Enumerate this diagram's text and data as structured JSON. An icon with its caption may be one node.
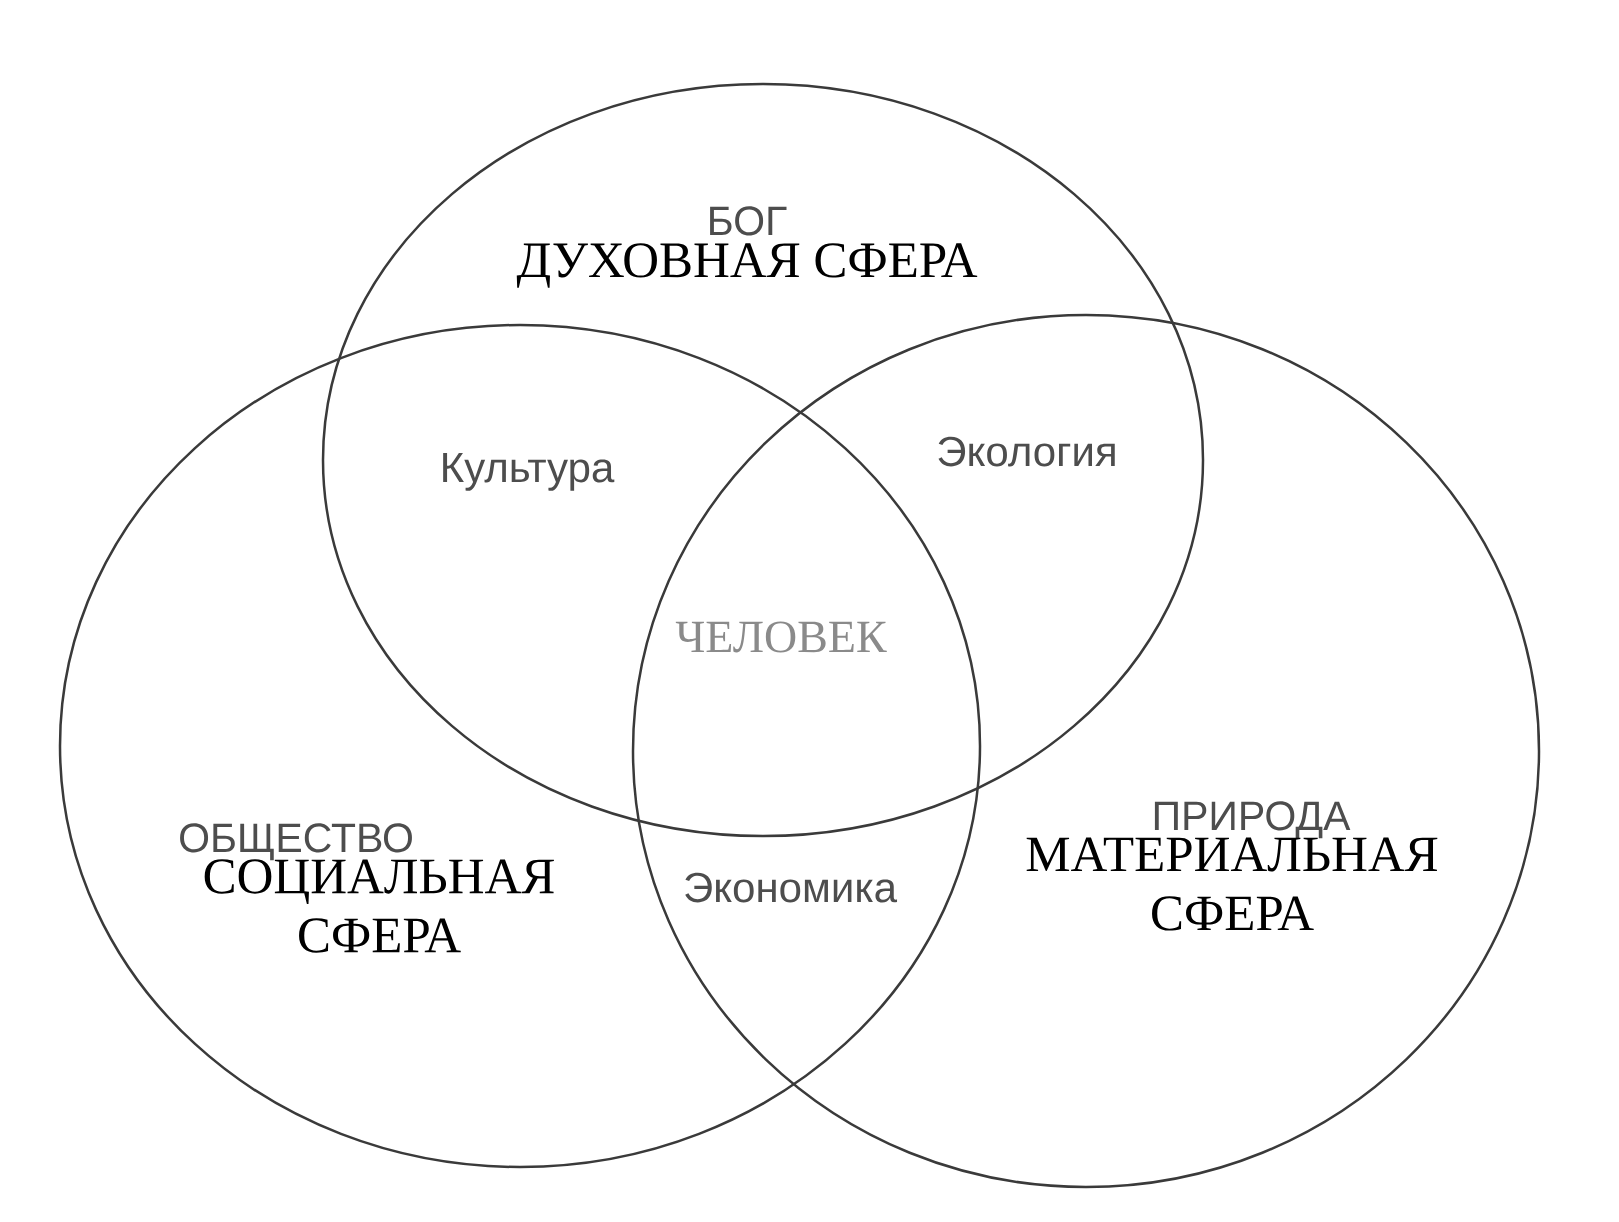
{
  "diagram": {
    "nodes": [
      {
        "text": [
          "БОГ",
          "ДУХОВНАЯ СФЕРА"
        ]
      },
      {
        "text": [
          "ОБЩЕСТВО",
          "СОЦИАЛЬНАЯ СФЕРА"
        ]
      },
      {
        "text": [
          "ПРИРОДА",
          "МАТЕРИАЛЬНАЯ СФЕРА"
        ]
      }
    ],
    "labels": [
      "Культура",
      "Экология",
      "ЧЕЛОВЕК",
      "Экономика"
    ]
  }
}
